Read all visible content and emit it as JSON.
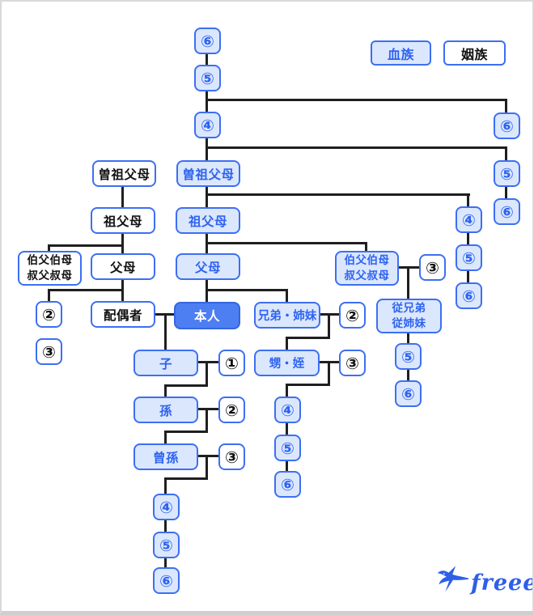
{
  "legend": {
    "blood_label": "血族",
    "marriage_label": "姻族"
  },
  "brand": {
    "name": "freee"
  },
  "colors": {
    "accent_border": "#3d6ff2",
    "blood_fill": "#dbe7fd",
    "blood_text": "#2e63f0",
    "self_fill": "#4d7ef2",
    "marriage_fill": "#ffffff",
    "marriage_text": "#111111",
    "connector": "#1f1f1f"
  },
  "nodes": {
    "c_deg6_top": "⑥",
    "c_deg5_top": "⑤",
    "c_deg4_top": "④",
    "c_great_grandparents": "曽祖父母",
    "c_grandparents": "祖父母",
    "c_parents": "父母",
    "self": "本人",
    "child": "子",
    "child_deg": "①",
    "grandchild": "孫",
    "grandchild_deg": "②",
    "great_grandchild": "曾孫",
    "great_grandchild_deg": "③",
    "c_deg4_bot": "④",
    "c_deg5_bot": "⑤",
    "c_deg6_bot": "⑥",
    "l_great_grandparents": "曽祖父母",
    "l_grandparents": "祖父母",
    "l_uncles_aunts": {
      "line1": "伯父伯母",
      "line2": "叔父叔母"
    },
    "l_parents": "父母",
    "l_deg2": "②",
    "spouse": "配偶者",
    "l_deg3": "③",
    "siblings": "兄弟・姉妹",
    "siblings_deg": "②",
    "nephews_nieces": "甥・姪",
    "nephews_deg": "③",
    "n_deg4": "④",
    "n_deg5": "⑤",
    "n_deg6": "⑥",
    "r_uncles_aunts": {
      "line1": "伯父伯母",
      "line2": "叔父叔母"
    },
    "r_uncles_deg": "③",
    "cousins": {
      "line1": "従兄弟",
      "line2": "従姉妹"
    },
    "cousins_deg5": "⑤",
    "cousins_deg6": "⑥",
    "a_deg4": "④",
    "a_deg5": "⑤",
    "a_deg6": "⑥",
    "b_deg6_top": "⑥",
    "b_deg5": "⑤",
    "b_deg6_bot": "⑥"
  }
}
